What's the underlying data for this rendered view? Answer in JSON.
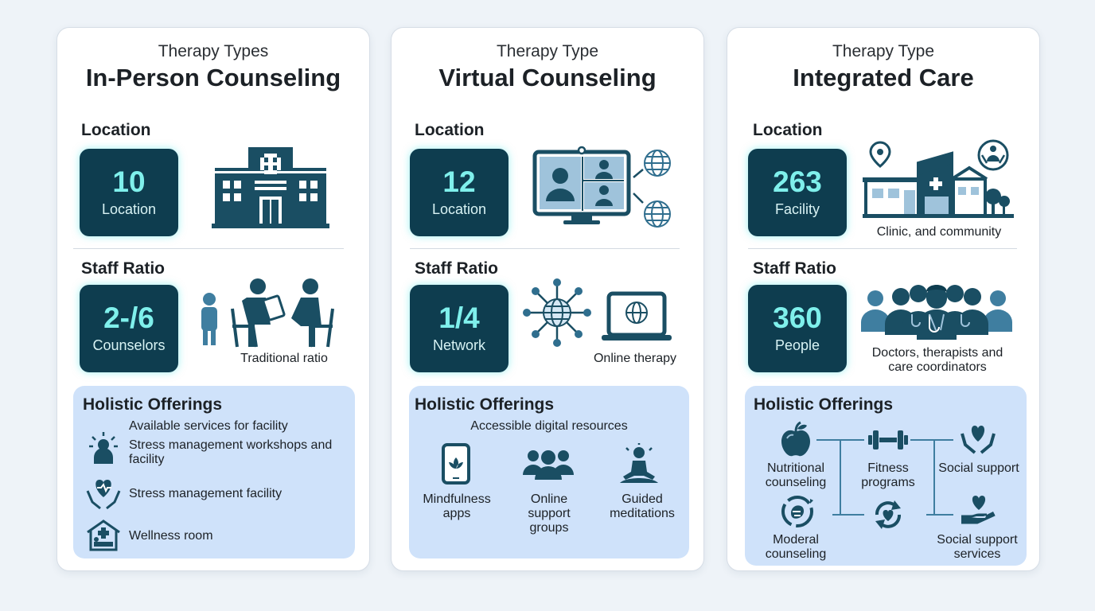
{
  "colors": {
    "background": "#eef3f8",
    "card": "#ffffff",
    "stat_box": "#0e3d4f",
    "stat_number": "#7ff0ec",
    "panel": "#cfe2fa",
    "icon": "#1a4e63"
  },
  "cards": [
    {
      "kicker": "Therapy Types",
      "title": "In-Person Counseling",
      "location": {
        "label": "Location",
        "value": "10",
        "unit": "Location",
        "icon": "hospital-building-icon"
      },
      "staff": {
        "label": "Staff Ratio",
        "value": "2-/6",
        "unit": "Counselors",
        "caption": "Traditional ratio",
        "icon": "counseling-session-icon"
      },
      "offerings": {
        "title": "Holistic Offerings",
        "subtitle": "Available services for facility",
        "items": [
          {
            "label": "Stress management workshops and facility",
            "icon": "workshop-person-icon"
          },
          {
            "label": "Stress management facility",
            "icon": "heart-hands-icon"
          },
          {
            "label": "Wellness room",
            "icon": "wellness-room-icon"
          }
        ]
      }
    },
    {
      "kicker": "Therapy Type",
      "title": "Virtual Counseling",
      "location": {
        "label": "Location",
        "value": "12",
        "unit": "Location",
        "icon": "video-call-monitor-icon"
      },
      "staff": {
        "label": "Staff Ratio",
        "value": "1/4",
        "unit": "Network",
        "caption": "Online therapy",
        "icon": "network-laptop-icon"
      },
      "offerings": {
        "title": "Holistic Offerings",
        "subtitle": "Accessible digital resources",
        "items": [
          {
            "label": "Mindfulness apps",
            "icon": "phone-lotus-icon"
          },
          {
            "label": "Online support groups",
            "icon": "group-icon"
          },
          {
            "label": "Guided meditations",
            "icon": "meditation-icon"
          }
        ]
      }
    },
    {
      "kicker": "Therapy Type",
      "title": "Integrated Care",
      "location": {
        "label": "Location",
        "value": "263",
        "unit": "Facility",
        "caption": "Clinic, and community",
        "icon": "clinic-community-icon"
      },
      "staff": {
        "label": "Staff Ratio",
        "value": "360",
        "unit": "People",
        "caption": "Doctors, therapists and care coordinators",
        "icon": "medical-team-icon"
      },
      "offerings": {
        "title": "Holistic Offerings",
        "items": [
          {
            "label": "Nutritional counseling",
            "icon": "apple-icon"
          },
          {
            "label": "Fitness programs",
            "icon": "dumbbell-icon"
          },
          {
            "label": "Social support",
            "icon": "heart-hands-icon"
          },
          {
            "label": "Moderal counseling",
            "icon": "food-cycle-icon"
          },
          {
            "label": "",
            "icon": "heart-cycle-icon"
          },
          {
            "label": "Social support services",
            "icon": "heart-hand-icon"
          }
        ]
      }
    }
  ]
}
